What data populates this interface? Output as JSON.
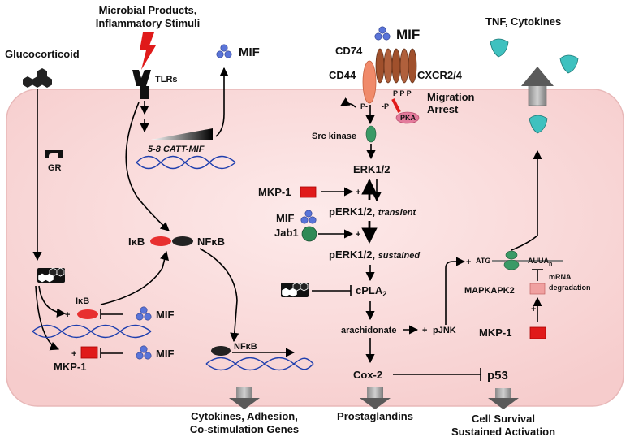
{
  "labels": {
    "microbial": "Microbial Products,",
    "inflammatory": "Inflammatory Stimuli",
    "glucocorticoid": "Glucocorticoid",
    "tlrs": "TLRs",
    "mif_top": "MIF",
    "mif_receptor": "MIF",
    "cd74": "CD74",
    "cd44": "CD44",
    "cxcr": "CXCR2/4",
    "migration": "Migration",
    "arrest": "Arrest",
    "tnf": "TNF, Cytokines",
    "gr": "GR",
    "catt": "5-8 CATT-MIF",
    "p_left": "P-",
    "p_mid": "-P",
    "ppp": "P P P",
    "pka": "PKA",
    "src": "Src kinase",
    "erk": "ERK1/2",
    "mkp1_left": "MKP-1",
    "perk_transient_a": "pERK1/2, ",
    "perk_transient_b": "transient",
    "mif_jab": "MIF",
    "jab1": "Jab1",
    "perk_sustained_a": "pERK1/2, ",
    "perk_sustained_b": "sustained",
    "ikb": "IκB",
    "nfkb": "NFκB",
    "cpla2": "cPLA",
    "cpla2_sub": "2",
    "arachidonate": "arachidonate",
    "pjnk": "pJNK",
    "atg": "ATG",
    "auua": "AUUA",
    "auua_sub": "n",
    "mapkapk2": "MAPKAPK2",
    "mrna": "mRNA",
    "degradation": "degradation",
    "mkp1_right": "MKP-1",
    "ikb_gene": "IκB",
    "mif_gene1": "MIF",
    "mkp1_gene": "MKP-1",
    "mif_gene2": "MIF",
    "nfkb_dna": "NFκB",
    "cox2": "Cox-2",
    "p53": "p53",
    "plus": "+",
    "out_cytokines1": "Cytokines, Adhesion,",
    "out_cytokines2": "Co-stimulation Genes",
    "out_prostaglandins": "Prostaglandins",
    "out_survival1": "Cell Survival",
    "out_survival2": "Sustained Activation"
  },
  "colors": {
    "cell_fill": "#fbdede",
    "cell_border": "#e8b8b8",
    "mif_blue": "#5a74d8",
    "red": "#e01a1a",
    "oval_red": "#e83030",
    "black_oval": "#222222",
    "green": "#3a9a66",
    "teal": "#3fc1bf",
    "receptor_brown": "#a0502c",
    "cd44_salmon": "#f08a6a",
    "pka_pink": "#e37b9c",
    "dna_blue": "#1f3fae",
    "gray_arrow": "#5a5a5a"
  }
}
